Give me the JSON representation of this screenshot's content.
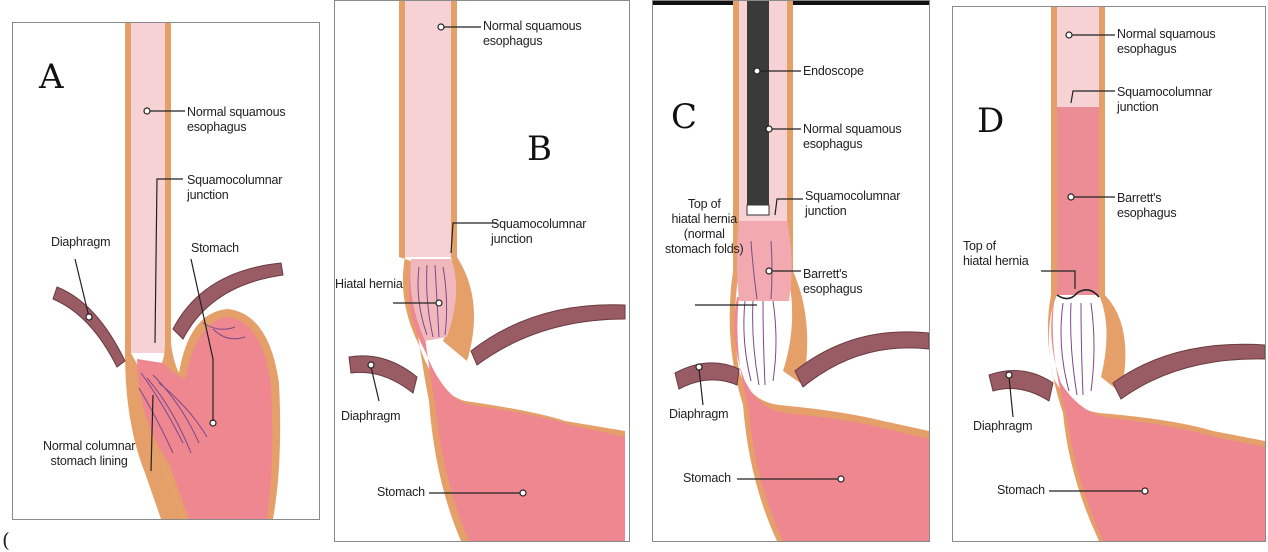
{
  "colors": {
    "esophagus_normal": "#f6d2d4",
    "stomach": "#ee8790",
    "wall": "#e5a06a",
    "diaphragm": "#9a5c64",
    "barrett": "#ec8d96",
    "endoscope": "#3a3a3a",
    "folds": "#7a4a8a"
  },
  "panels": [
    {
      "letter": "A",
      "labels": {
        "normal_squamous": "Normal squamous\nesophagus",
        "squamocolumnar": "Squamocolumnar\njunction",
        "diaphragm": "Diaphragm",
        "stomach": "Stomach",
        "normal_columnar": "Normal columnar\nstomach lining"
      }
    },
    {
      "letter": "B",
      "labels": {
        "normal_squamous": "Normal squamous\nesophagus",
        "squamocolumnar": "Squamocolumnar\njunction",
        "hiatal_hernia": "Hiatal hernia",
        "diaphragm": "Diaphragm",
        "stomach": "Stomach"
      }
    },
    {
      "letter": "C",
      "labels": {
        "endoscope": "Endoscope",
        "normal_squamous": "Normal squamous\nesophagus",
        "top_hiatal": "Top of\nhiatal hernia\n(normal\nstomach folds)",
        "squamocolumnar": "Squamocolumnar\njunction",
        "barretts": "Barrett's\nesophagus",
        "diaphragm": "Diaphragm",
        "stomach": "Stomach"
      }
    },
    {
      "letter": "D",
      "labels": {
        "normal_squamous": "Normal squamous\nesophagus",
        "squamocolumnar": "Squamocolumnar\njunction",
        "barretts": "Barrett's\nesophagus",
        "top_hiatal": "Top of\nhiatal hernia",
        "diaphragm": "Diaphragm",
        "stomach": "Stomach"
      }
    }
  ],
  "stray_mark": "("
}
